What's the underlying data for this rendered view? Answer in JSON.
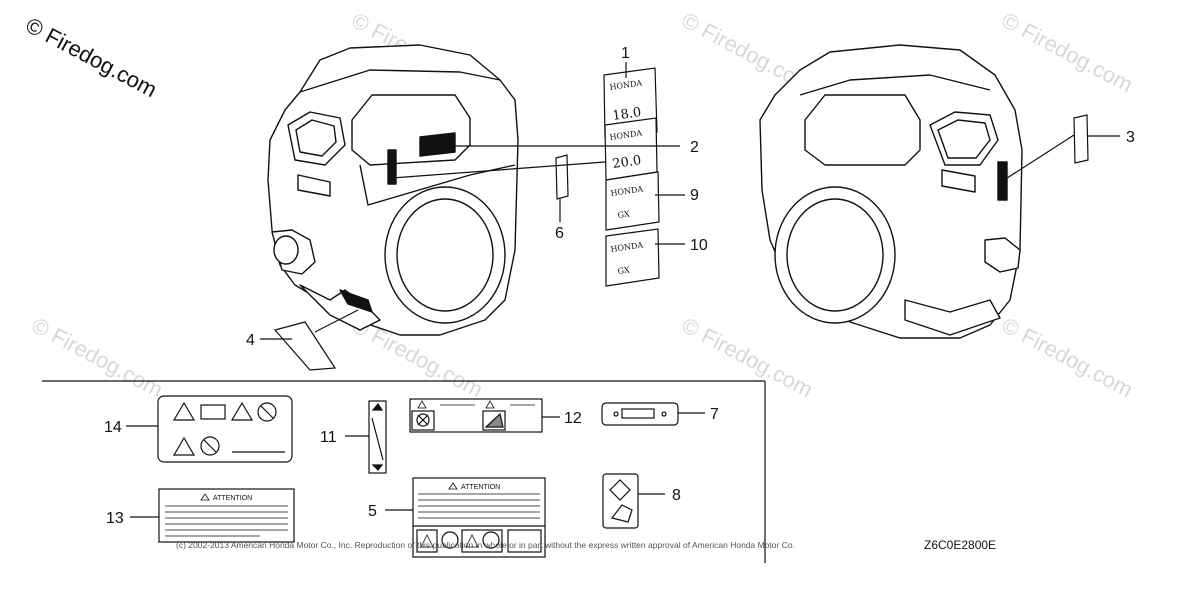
{
  "watermark": {
    "brand_text": "© Firedog.com",
    "faded_text": "© Firedog.com"
  },
  "callouts": {
    "n1": "1",
    "n2": "2",
    "n3": "3",
    "n4": "4",
    "n5": "5",
    "n6": "6",
    "n7": "7",
    "n8": "8",
    "n9": "9",
    "n10": "10",
    "n11": "11",
    "n12": "12",
    "n13": "13",
    "n14": "14"
  },
  "badges": {
    "honda": "HONDA",
    "hp_18": "18.0",
    "hp_20": "20.0",
    "gx": "GX"
  },
  "labels": {
    "attention_13": "ATTENTION",
    "attention_5": "ATTENTION"
  },
  "footer": {
    "copyright": "(c) 2002-2013 American Honda Motor Co., Inc. Reproduction of this publication in whole or in part without the express written approval of American Honda Motor Co.",
    "diagram_code": "Z6C0E2800E"
  }
}
